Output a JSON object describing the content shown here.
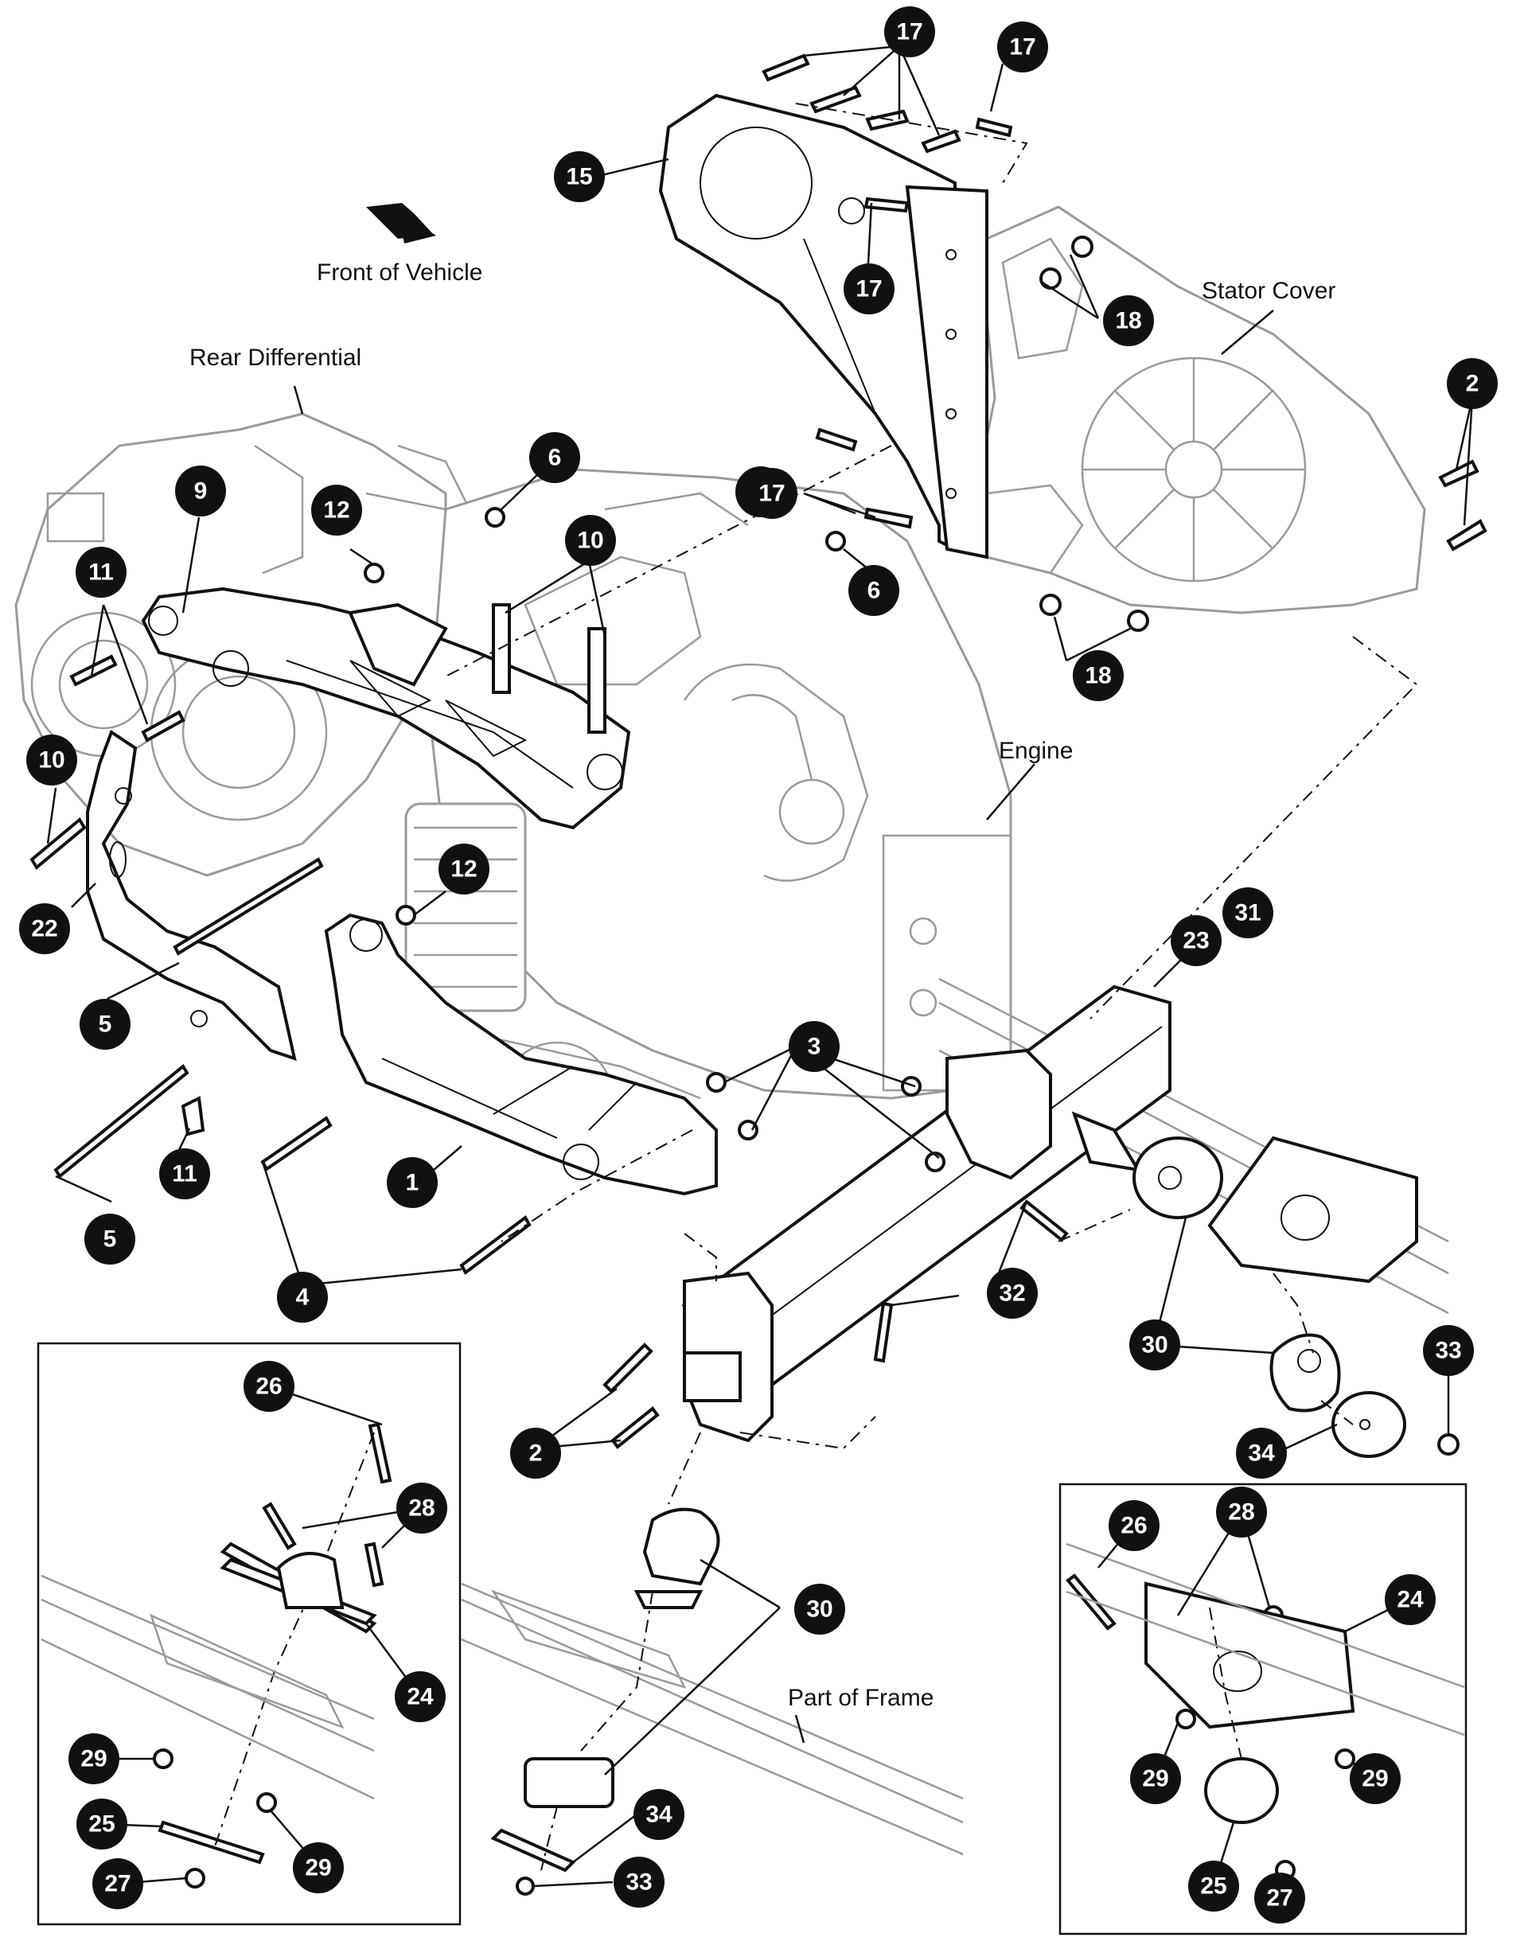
{
  "labels": {
    "front_of_vehicle": "Front of Vehicle",
    "rear_differential": "Rear Differential",
    "stator_cover": "Stator Cover",
    "engine": "Engine",
    "part_of_frame": "Part of Frame"
  },
  "callouts": [
    "17",
    "17",
    "15",
    "17",
    "17",
    "18",
    "18",
    "2",
    "9",
    "12",
    "6",
    "10",
    "17",
    "6",
    "11",
    "10",
    "22",
    "12",
    "5",
    "11",
    "5",
    "4",
    "1",
    "3",
    "23",
    "31",
    "32",
    "30",
    "33",
    "34",
    "2",
    "26",
    "28",
    "24",
    "29",
    "25",
    "27",
    "29",
    "30",
    "34",
    "33",
    "26",
    "28",
    "24",
    "29",
    "29",
    "25",
    "27"
  ]
}
